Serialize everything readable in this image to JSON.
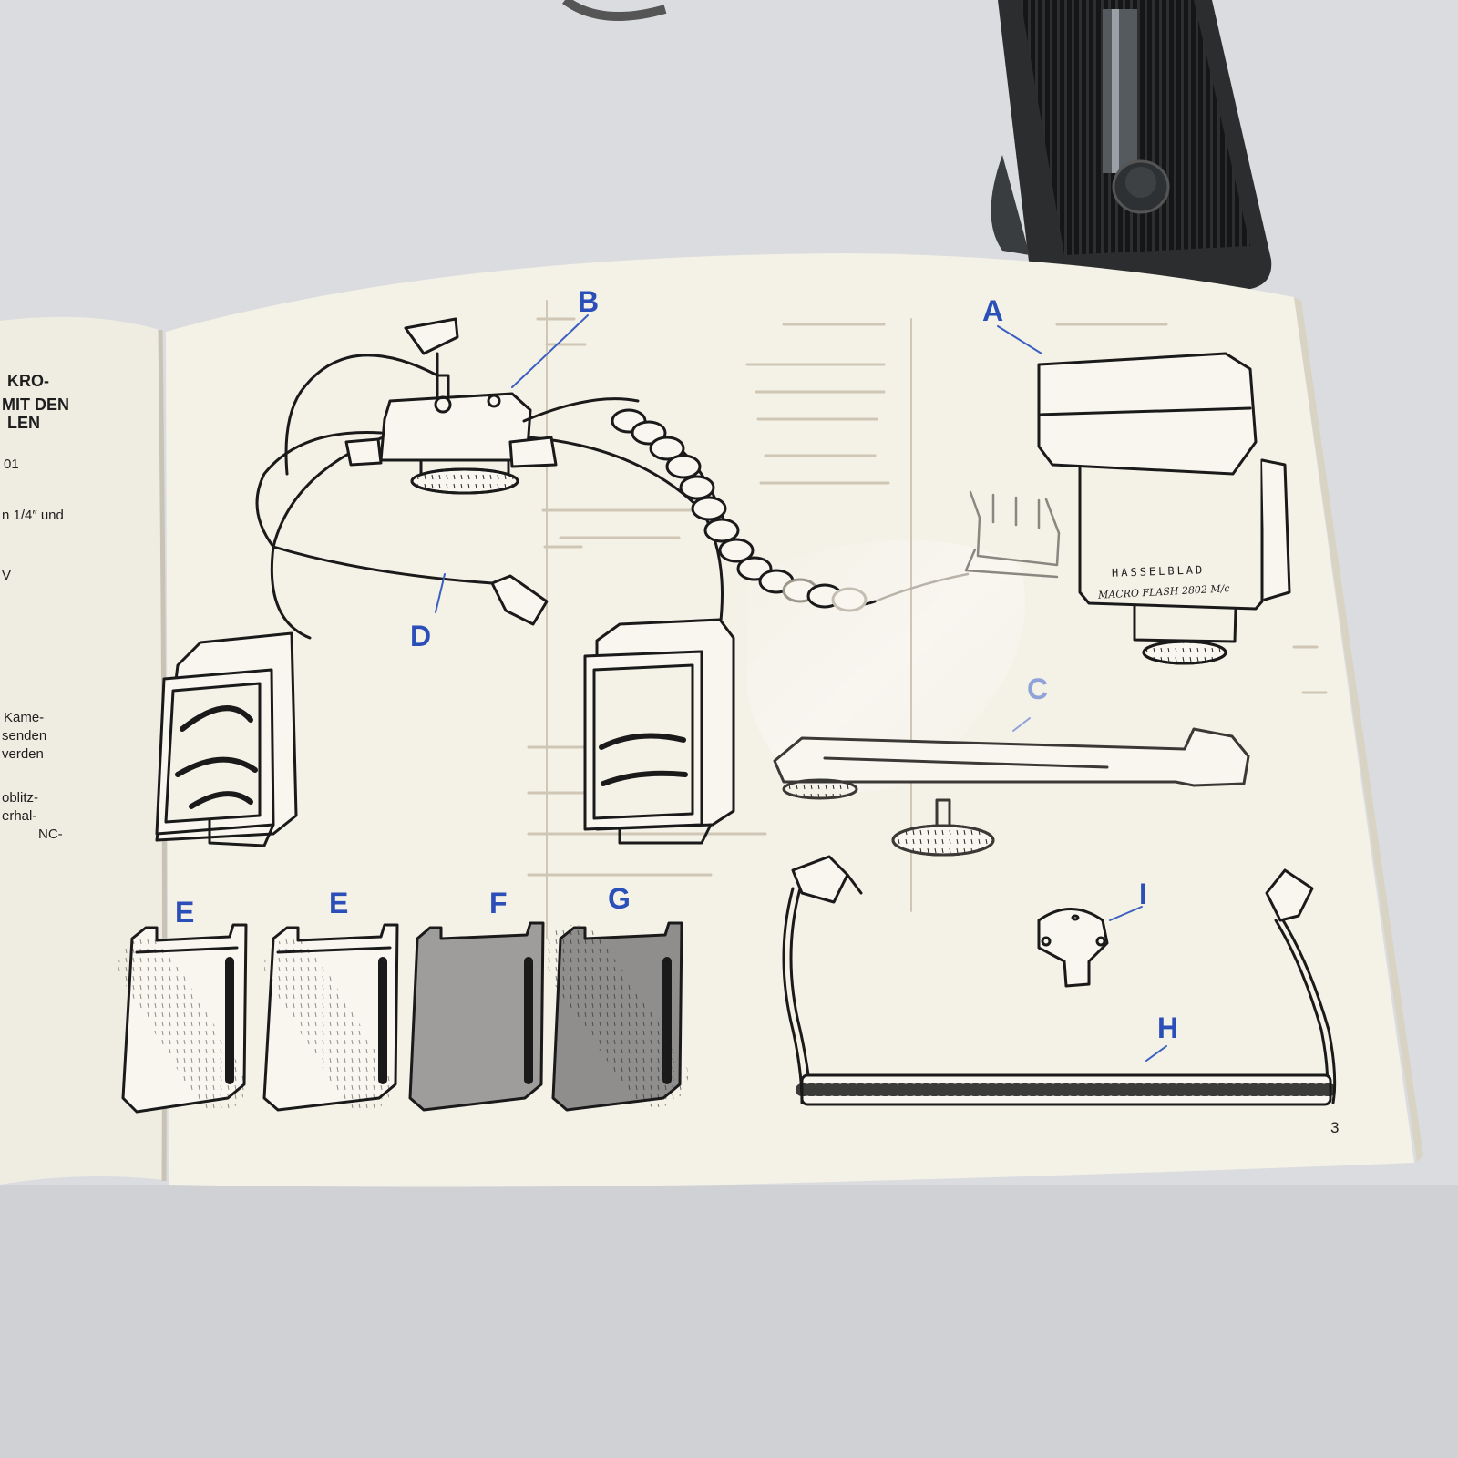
{
  "colors": {
    "label_blue": "#2a4fb8",
    "paper": "#f4f1e7",
    "table": "#dadcdf",
    "flash_black": "#2b2d2f"
  },
  "left_page": {
    "heading": [
      "KRO-",
      "MIT DEN",
      "LEN"
    ],
    "text_lines": [
      "01",
      "n 1/4″ und",
      "V",
      "Kame-",
      "senden",
      "verden",
      "oblitz-",
      "erhal-",
      "NC-"
    ]
  },
  "diagram": {
    "labels": {
      "a": "A",
      "b": "B",
      "c": "C",
      "d": "D",
      "e1": "E",
      "e2": "E",
      "f": "F",
      "g": "G",
      "h": "H",
      "i": "I"
    },
    "flash_brand": "HASSELBLAD",
    "flash_model": "MACRO FLASH 2802 M/c"
  },
  "page_number": "3"
}
